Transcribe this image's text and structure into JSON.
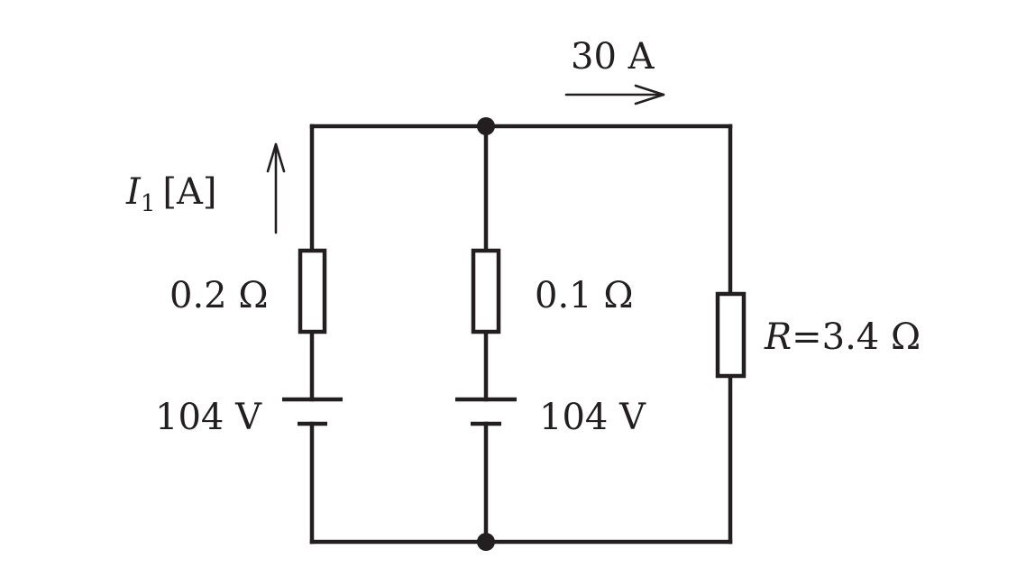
{
  "labels": {
    "current_top": "30 A",
    "i1_symbol": "I",
    "i1_subscript": "1",
    "i1_unit": "[A]",
    "left_resistor": "0.2 Ω",
    "middle_resistor": "0.1 Ω",
    "right_resistor_symbol": "R",
    "right_resistor_value": "=3.4 Ω",
    "left_battery": "104 V",
    "middle_battery": "104 V"
  },
  "colors": {
    "ink": "#231f20",
    "background": "#ffffff"
  }
}
